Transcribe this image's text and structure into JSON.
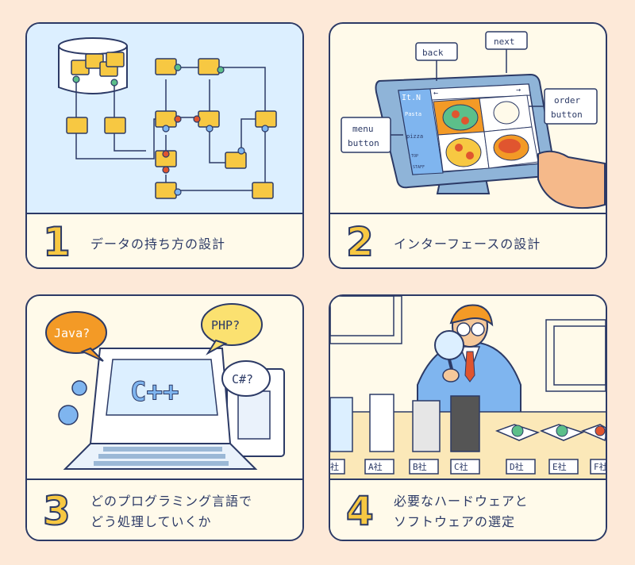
{
  "panels": [
    {
      "number": "1",
      "caption": "データの持ち方の設計"
    },
    {
      "number": "2",
      "caption": "インターフェースの設計"
    },
    {
      "number": "3",
      "caption_line1": "どのプログラミング言語で",
      "caption_line2": "どう処理していくか"
    },
    {
      "number": "4",
      "caption_line1": "必要なハードウェアと",
      "caption_line2": "ソフトウェアの選定"
    }
  ],
  "tablet": {
    "labels": {
      "back": "back",
      "next": "next",
      "order": "order",
      "order2": "button",
      "menu": "menu",
      "menu2": "button"
    },
    "brand": "It.N",
    "menu_items": [
      "Pasta",
      "pizza",
      "TOP",
      "STAFF"
    ]
  },
  "languages": {
    "java": "Java?",
    "php": "PHP?",
    "csharp": "C#?",
    "screen": "C++"
  },
  "companies": [
    "社",
    "A社",
    "B社",
    "C社",
    "D社",
    "E社",
    "F社"
  ],
  "colors": {
    "background": "#fde9d8",
    "panel_sky": "#dcefff",
    "accent_yellow": "#f7c842",
    "ink": "#2c3a66",
    "folder": "#f7c842",
    "dot_green": "#5cbf8a",
    "dot_blue": "#7fb5ef",
    "dot_red": "#e0552f",
    "speech_orange": "#f39a26",
    "speech_yellow": "#fbe170"
  }
}
